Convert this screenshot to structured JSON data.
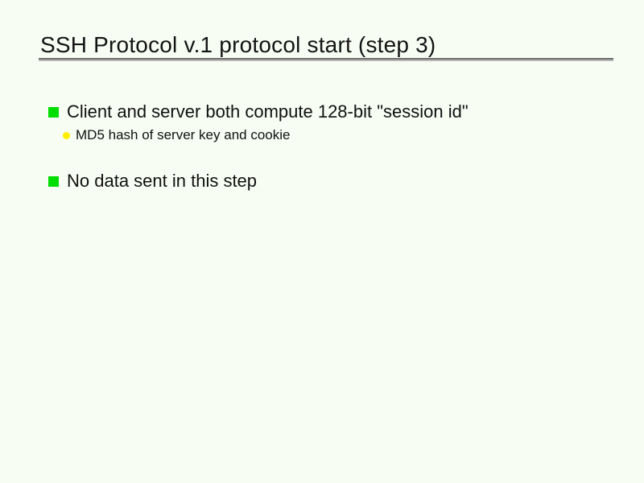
{
  "slide": {
    "title": "SSH Protocol v.1 protocol start (step 3)",
    "bullets": [
      {
        "text": "Client and server both compute 128-bit \"session id\"",
        "sub": [
          "MD5 hash of server key and cookie"
        ]
      },
      {
        "text": "No data sent in this step",
        "sub": []
      }
    ],
    "colors": {
      "background": "#f7fdf3",
      "bullet_green": "#00dd00",
      "sub_bullet_yellow": "#ffee00",
      "text": "#111111",
      "divider_dark": "#6e6e6e",
      "divider_light": "#b8b8b8"
    }
  }
}
